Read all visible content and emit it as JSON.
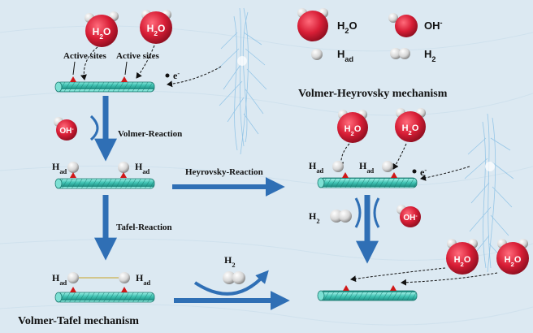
{
  "legend": {
    "water": "H2O",
    "hydroxide": "OH-",
    "adsorbed_h": "Had",
    "hydrogen": "H2"
  },
  "labels": {
    "active_sites_1": "Active sites",
    "active_sites_2": "Active sites",
    "electron": "e-",
    "volmer_heyrovsky_title": "Volmer-Heyrovsky mechanism",
    "volmer_tafel_title": "Volmer-Tafel mechanism",
    "volmer_reaction": "Volmer-Reaction",
    "tafel_reaction": "Tafel-Reaction",
    "heyrovsky_reaction": "Heyrovsky-Reaction",
    "h_ad": "Had",
    "h2_label": "H2",
    "oh_label": "OH-",
    "water_label": "H2O"
  },
  "colors": {
    "background": "#dce9f2",
    "oxygen": "#d81e36",
    "hydrogen": "#e8e8e8",
    "arrow": "#2f6fb5",
    "rod": "#4fd1c1",
    "site": "#d01818"
  }
}
